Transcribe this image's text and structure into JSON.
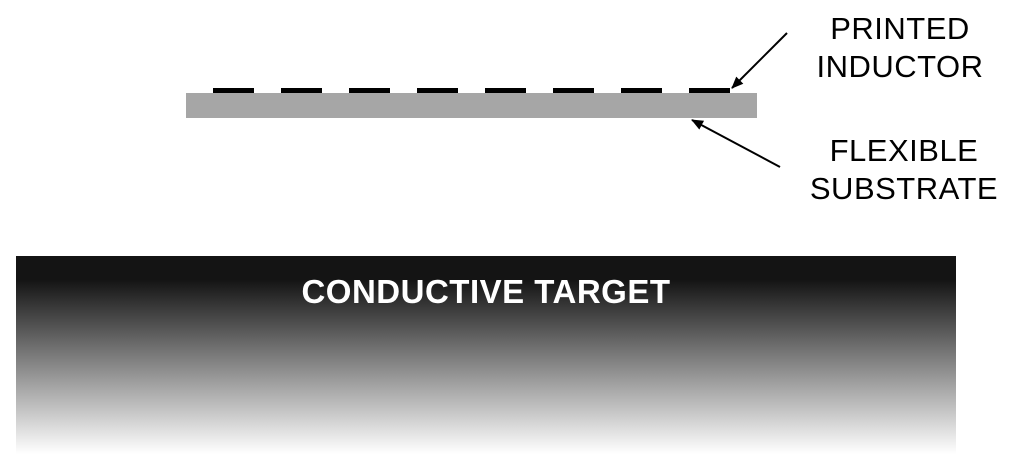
{
  "labels": {
    "printed_inductor_line1": "PRINTED",
    "printed_inductor_line2": "INDUCTOR",
    "flexible_substrate_line1": "FLEXIBLE",
    "flexible_substrate_line2": "SUBSTRATE",
    "conductive_target": "CONDUCTIVE TARGET"
  },
  "colors": {
    "substrate": "#a6a6a6",
    "inductor_trace": "#000000",
    "target_top": "#141414",
    "target_bottom": "#ffffff",
    "arrow": "#000000"
  },
  "inductor": {
    "segment_count": 8
  }
}
